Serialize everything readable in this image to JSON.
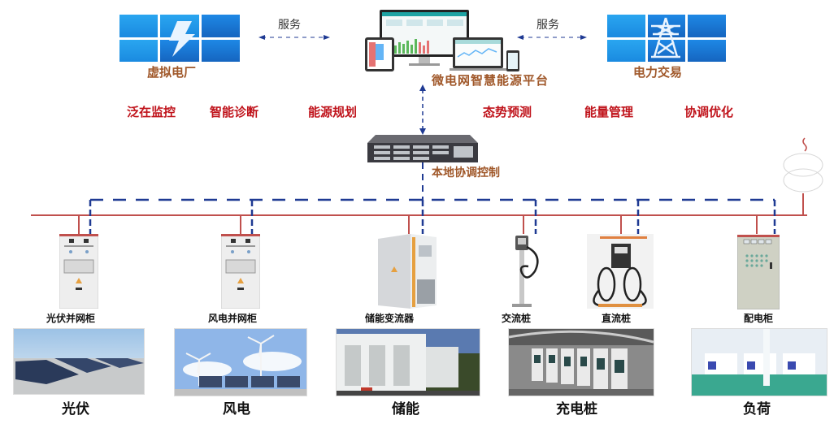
{
  "top": {
    "virtual_power_plant": {
      "label": "虚拟电厂",
      "icon": "lightning-icon"
    },
    "platform": {
      "label": "微电网智慧能源平台",
      "icon": "multi-device-dashboard-icon"
    },
    "power_trading": {
      "label": "电力交易",
      "icon": "transmission-tower-icon"
    },
    "service_left": "服务",
    "service_right": "服务"
  },
  "functions": [
    "泛在监控",
    "智能诊断",
    "能源规划",
    "态势预测",
    "能量管理",
    "协调优化"
  ],
  "controller": {
    "label": "本地协调控制"
  },
  "devices": [
    {
      "label": "光伏并网柜",
      "icon": "grid-cabinet-icon"
    },
    {
      "label": "风电并网柜",
      "icon": "grid-cabinet-icon"
    },
    {
      "label": "储能变流器",
      "icon": "pcs-inverter-icon"
    },
    {
      "label": "交流桩",
      "icon": "ac-charger-icon"
    },
    {
      "label": "直流桩",
      "icon": "dc-charger-icon"
    },
    {
      "label": "配电柜",
      "icon": "distribution-cabinet-icon"
    }
  ],
  "categories": [
    {
      "label": "光伏",
      "image": "solar-panels-photo"
    },
    {
      "label": "风电",
      "image": "wind-turbines-photo"
    },
    {
      "label": "储能",
      "image": "energy-storage-containers-photo"
    },
    {
      "label": "充电桩",
      "image": "charging-station-photo"
    },
    {
      "label": "负荷",
      "image": "factory-load-photo"
    }
  ],
  "colors": {
    "power_bus": "#c0504d",
    "comm_line": "#1f3a93",
    "label_brown": "#a0582a",
    "label_red": "#c0141c",
    "tile_blue": "#1e88e5"
  }
}
